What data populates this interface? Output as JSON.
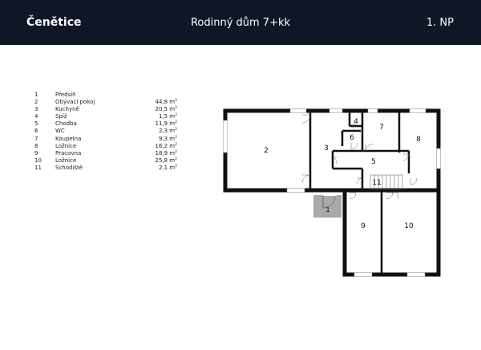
{
  "header": {
    "city": "Čenětice",
    "title": "Rodinný dům 7+kk",
    "floor": "1. NP"
  },
  "rooms": [
    {
      "num": "1",
      "name": "Předsíň",
      "area": ""
    },
    {
      "num": "2",
      "name": "Obývací pokoj",
      "area": "44,8 m"
    },
    {
      "num": "3",
      "name": "Kuchyně",
      "area": "20,5 m"
    },
    {
      "num": "4",
      "name": "Spíž",
      "area": "1,5 m"
    },
    {
      "num": "5",
      "name": "Chodba",
      "area": "11,9 m"
    },
    {
      "num": "6",
      "name": "WC",
      "area": "2,3 m"
    },
    {
      "num": "7",
      "name": "Koupelna",
      "area": "9,3 m"
    },
    {
      "num": "8",
      "name": "Ložnice",
      "area": "16,2 m"
    },
    {
      "num": "9",
      "name": "Pracovna",
      "area": "18,9 m"
    },
    {
      "num": "10",
      "name": "Ložnice",
      "area": "25,8 m"
    },
    {
      "num": "11",
      "name": "Schodiště",
      "area": "2,1 m"
    }
  ],
  "units": {
    "area_sup": "2"
  },
  "colors": {
    "header_bg": "#0f1626",
    "wall": "#111111",
    "entry_fill": "#a9a9a9"
  }
}
